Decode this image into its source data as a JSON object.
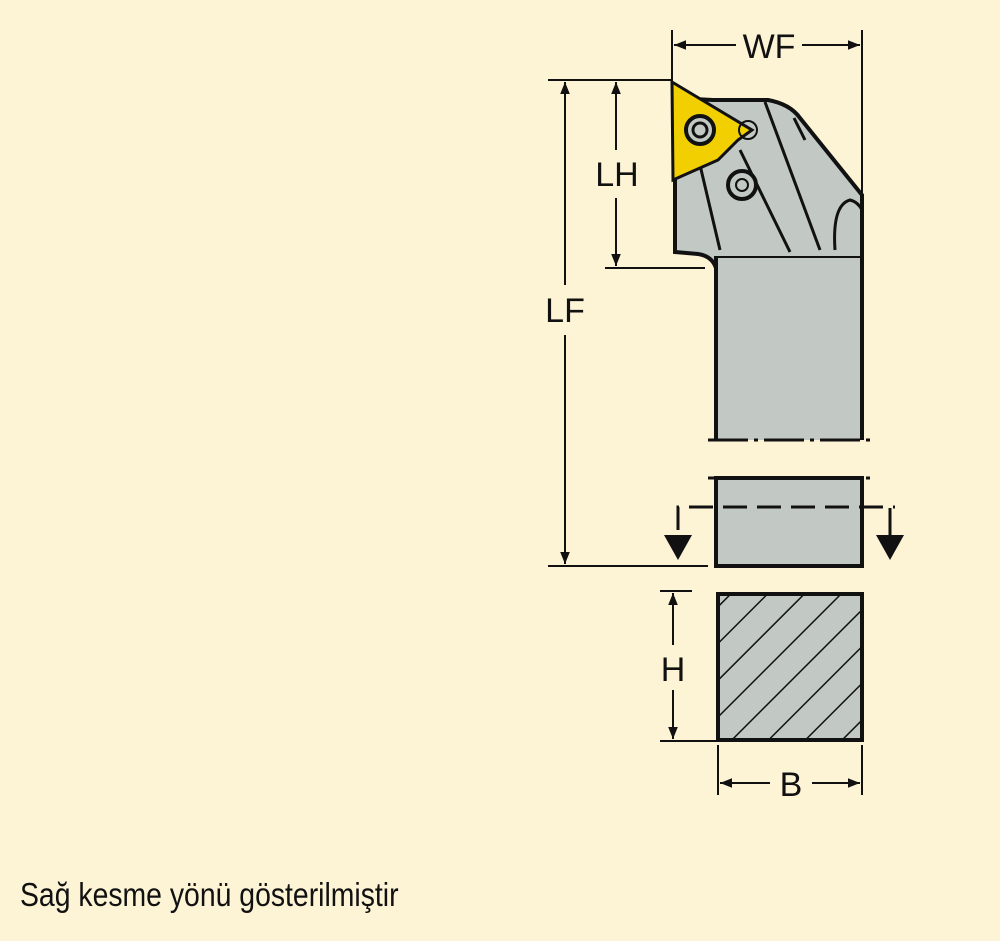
{
  "dimensions": {
    "wf": "WF",
    "lh": "LH",
    "lf": "LF",
    "h": "H",
    "b": "B"
  },
  "caption": "Sağ kesme yönü gösterilmiştir",
  "colors": {
    "background": "#fdf4d6",
    "tool_body": "#c2c9c5",
    "insert": "#f2cf00",
    "line": "#111111"
  }
}
